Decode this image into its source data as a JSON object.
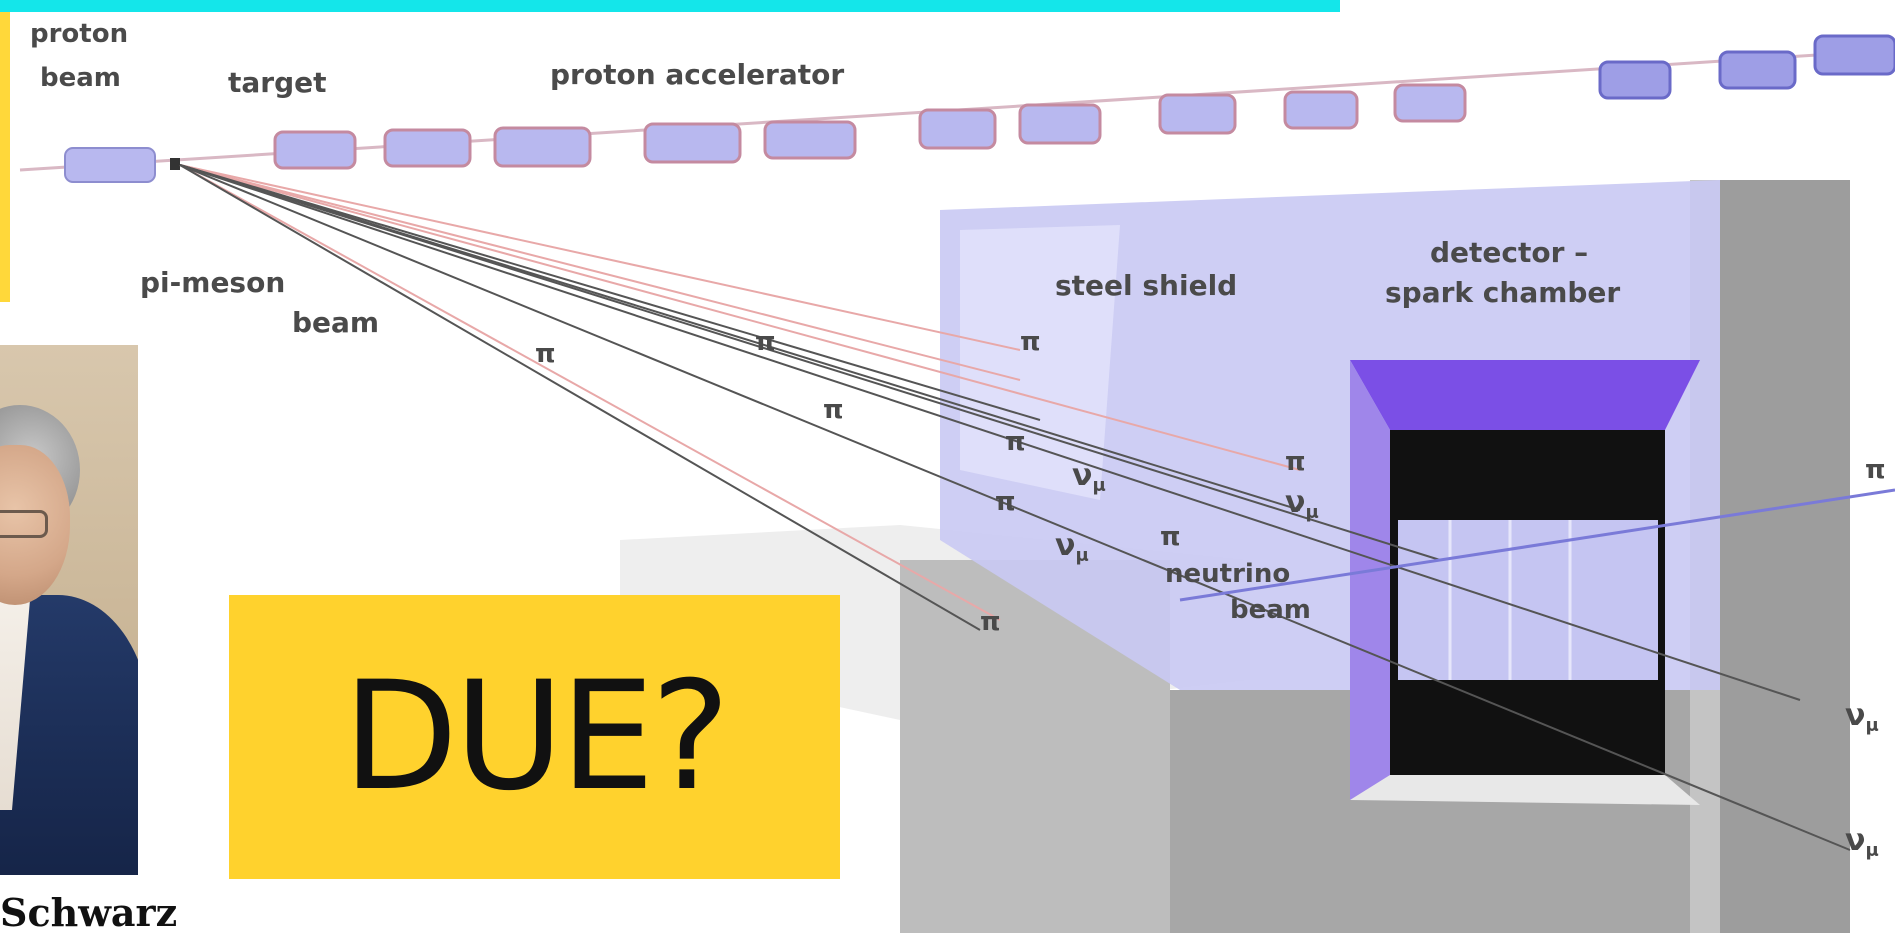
{
  "labels": {
    "proton_beam_line1": "proton",
    "proton_beam_line2": "beam",
    "target": "target",
    "proton_accelerator": "proton accelerator",
    "pi_meson_line1": "pi-meson",
    "pi_meson_line2": "beam",
    "steel_shield": "steel shield",
    "detector_line1": "detector –",
    "detector_line2": "spark chamber",
    "neutrino_beam_line1": "neutrino",
    "neutrino_beam_line2": "beam",
    "pi_symbol": "π",
    "nu_mu": "ν",
    "mu_sub": "μ"
  },
  "caption": "Schwarz",
  "highlight_box": {
    "text": "DUE?",
    "color": "#ffd22d"
  },
  "colors": {
    "top_bar": "#14e6ea",
    "shield": "#c9c9f3",
    "chamber_frame": "#7b4fe6",
    "magnets": "#a7a7e8",
    "beam_lines": "#e8a8a8"
  }
}
